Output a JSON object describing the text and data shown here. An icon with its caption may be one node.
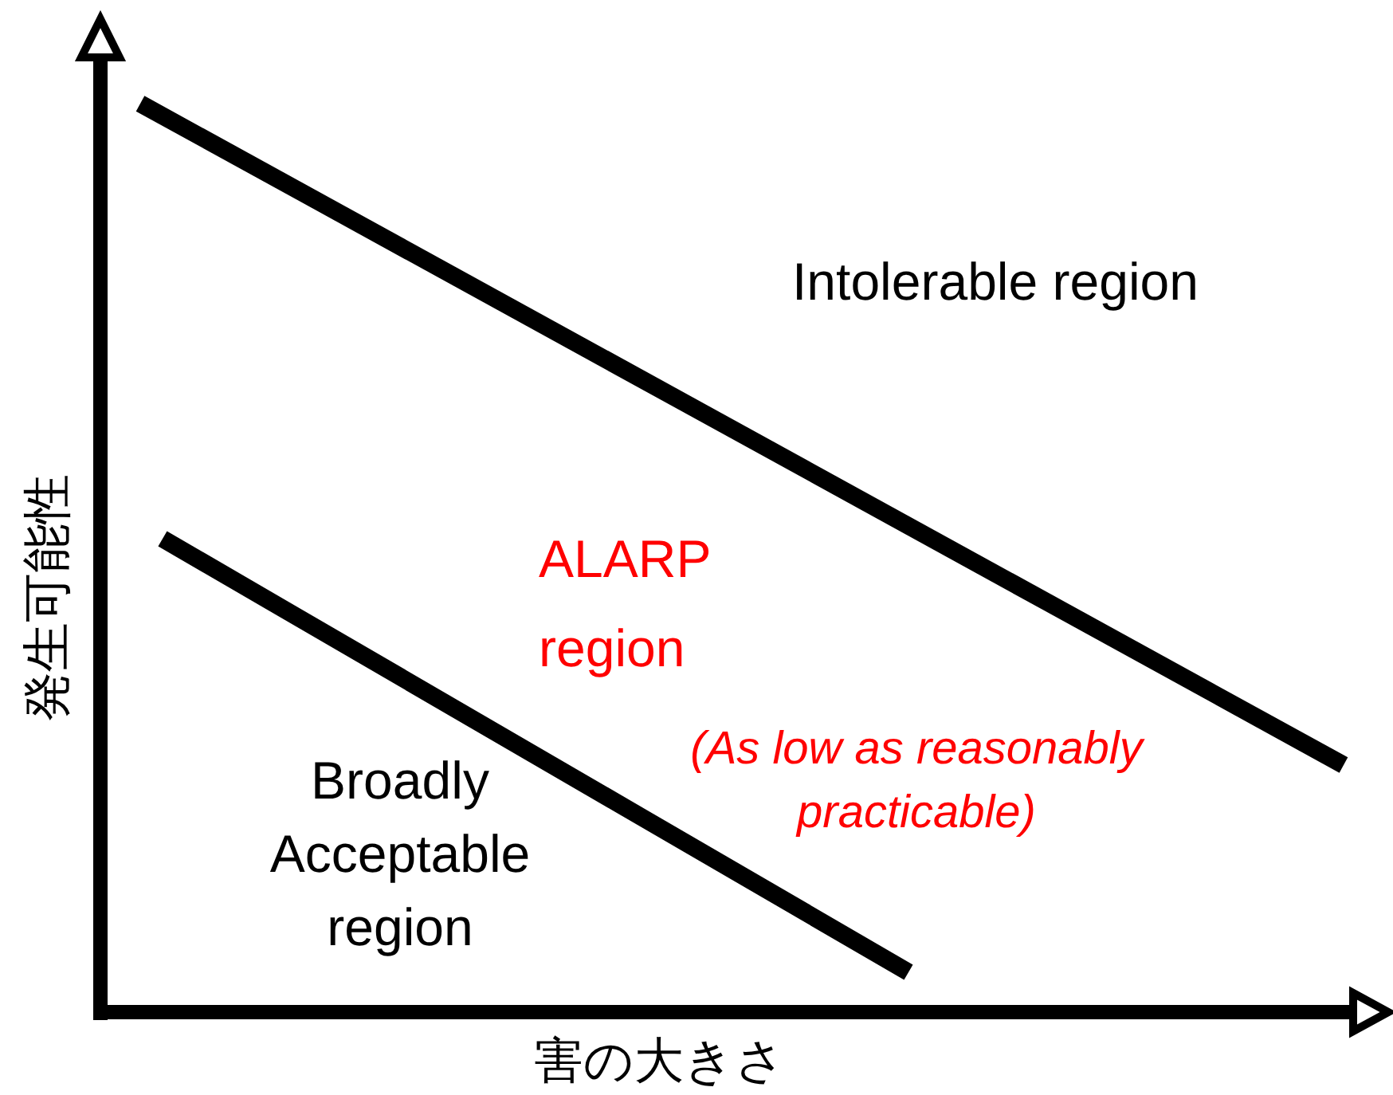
{
  "diagram": {
    "labels": [
      "Intolerable region",
      "発生可能性",
      "ALARP region",
      "(As low as reasonably practicable)",
      "Broadly Acceptable region",
      "害の大きさ"
    ]
  }
}
